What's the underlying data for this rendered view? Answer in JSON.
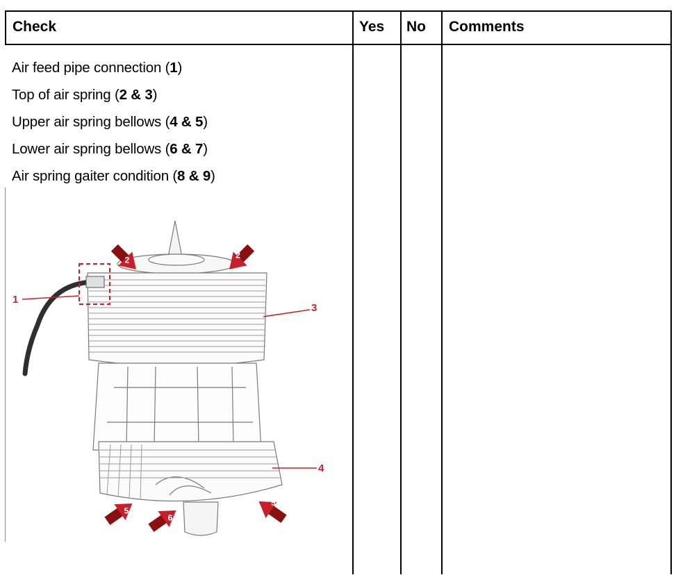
{
  "table": {
    "headers": {
      "check": "Check",
      "yes": "Yes",
      "no": "No",
      "comments": "Comments"
    },
    "items": [
      {
        "prefix": "Air feed pipe connection (",
        "bold": "1",
        "suffix": ")"
      },
      {
        "prefix": "Top of air spring (",
        "bold": "2 & 3",
        "suffix": ")"
      },
      {
        "prefix": "Upper air spring bellows (",
        "bold": "4 & 5",
        "suffix": ")"
      },
      {
        "prefix": "Lower air spring bellows (",
        "bold": "6 & 7",
        "suffix": ")"
      },
      {
        "prefix": "Air spring gaiter condition (",
        "bold": "8 & 9",
        "suffix": ")"
      }
    ]
  },
  "diagram": {
    "callouts": [
      "1",
      "3",
      "4"
    ],
    "arrows": [
      "2",
      "2",
      "5",
      "6",
      "5"
    ],
    "colors": {
      "callout": "#c8202a",
      "arrow": "#b01818",
      "line": "#777777"
    }
  }
}
